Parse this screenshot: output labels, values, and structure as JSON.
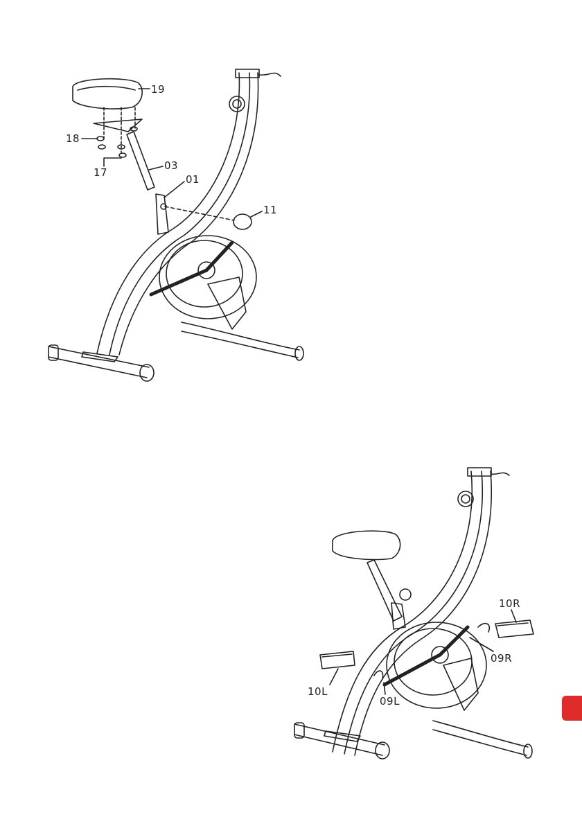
{
  "upper_figure": {
    "labels": {
      "seat": "19",
      "washer": "18",
      "nut": "17",
      "seat_post": "03",
      "frame": "01",
      "knob": "11"
    }
  },
  "lower_figure": {
    "labels": {
      "right_pedal": "10R",
      "right_crank": "09R",
      "left_pedal": "10L",
      "left_crank": "09L"
    }
  },
  "colors": {
    "accent_tab": "#e02b2b",
    "line": "#222222"
  }
}
